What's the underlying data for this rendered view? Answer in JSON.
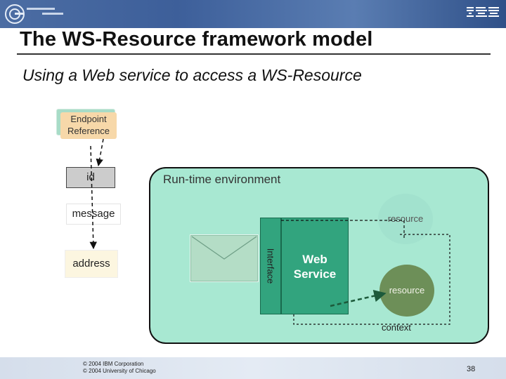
{
  "slide": {
    "title": "The WS-Resource framework model",
    "subtitle": "Using a Web service to access a WS-Resource"
  },
  "diagram": {
    "endpoint_reference": "Endpoint\nReference",
    "id": "id",
    "runtime_environment": "Run-time environment",
    "message": "message",
    "address": "address",
    "interface": "Interface",
    "web_service": "Web\nService",
    "resource_top": "resource",
    "resource_bottom": "resource",
    "context": "context"
  },
  "footer": {
    "copyright_ibm": "© 2004 IBM Corporation",
    "copyright_uchicago": "© 2004 University of Chicago",
    "page_number": "38"
  },
  "colors": {
    "header": "#3d5f9a",
    "runtime_fill": "#a8e8d2",
    "web_service_fill": "#32a47e",
    "resource_light": "#a2e2ce",
    "resource_dark": "#6d8f58",
    "endpoint_fill": "#f7d8a9"
  },
  "icons": {
    "header_logo": "grid-logo-icon",
    "ibm_logo": "ibm-logo",
    "envelope": "envelope-icon"
  }
}
